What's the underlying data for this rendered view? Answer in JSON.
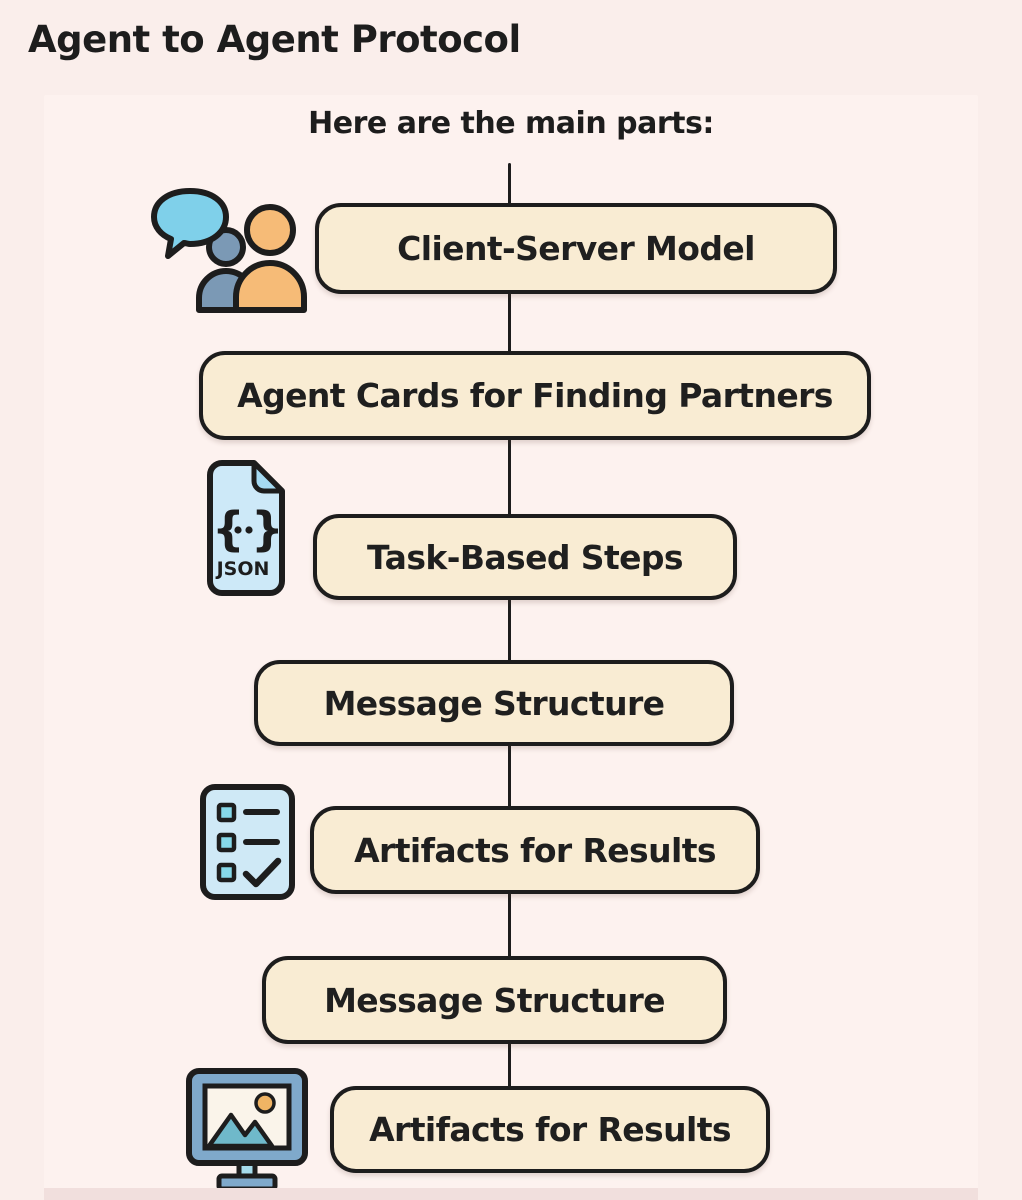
{
  "page": {
    "title": "Agent to Agent Protocol",
    "subtitle": "Here are the main parts:"
  },
  "flow": {
    "nodes": [
      {
        "label": "Client-Server Model",
        "icon": "people-chat-icon"
      },
      {
        "label": "Agent Cards for Finding Partners",
        "icon": null
      },
      {
        "label": "Task-Based Steps",
        "icon": "json-file-icon"
      },
      {
        "label": "Message Structure",
        "icon": null
      },
      {
        "label": "Artifacts for Results",
        "icon": "checklist-icon"
      },
      {
        "label": "Message Structure",
        "icon": null
      },
      {
        "label": "Artifacts for Results",
        "icon": "monitor-image-icon"
      }
    ],
    "json_file_text": "JSON",
    "json_braces_left": "{",
    "json_braces_right": "}"
  },
  "colors": {
    "outer-bg": "#faeeeb",
    "panel-bg": "#fdf2ef",
    "box-fill": "#f9ecd3",
    "ink": "#1d1d1d",
    "strip": "#f1dfdd",
    "bubble-blue": "#7fd0ea",
    "person-blue": "#7b99b5",
    "person-orange": "#f6bb77",
    "doc-blue": "#cde9f8",
    "doc-fold": "#a5daf2",
    "card-blue": "#cfe9f6",
    "square-cyan": "#86d8e8",
    "monitor-blue": "#7fa9cb",
    "screen-cream": "#faf4ea",
    "mountain-teal": "#6fb9ca",
    "sun-orange": "#f0b464",
    "stand-light": "#a6dcec"
  }
}
